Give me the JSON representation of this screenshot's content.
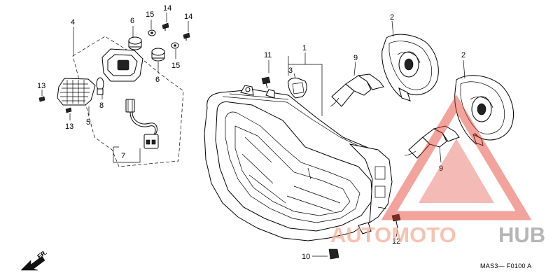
{
  "callouts": {
    "lens_assy": "1",
    "lamp_unit_left": "2",
    "lamp_unit_right": "2",
    "socket_cover": "3",
    "position_light_assy": "4",
    "position_lens": "5",
    "grommet_left": "6",
    "grommet_right": "6",
    "harness": "7",
    "position_bulb": "8",
    "headlight_bulb_top": "9",
    "headlight_bulb_bottom": "9",
    "nut_clip": "10",
    "screw_top": "11",
    "screw_bottom": "12",
    "screw_lens_top": "13",
    "screw_lens_bottom": "13",
    "screw_pl_left": "14",
    "screw_pl_right": "14",
    "washer_top": "15",
    "washer_bottom": "15"
  },
  "diagram_code": "MAS3— F0100  A",
  "front_marker": "FR.",
  "watermark": {
    "text_primary": "AUTOMOTO",
    "text_secondary": "HUB",
    "color_primary": "#f2a78e",
    "color_secondary": "#9a9a9a",
    "triangle_color": "#e23a2a"
  }
}
